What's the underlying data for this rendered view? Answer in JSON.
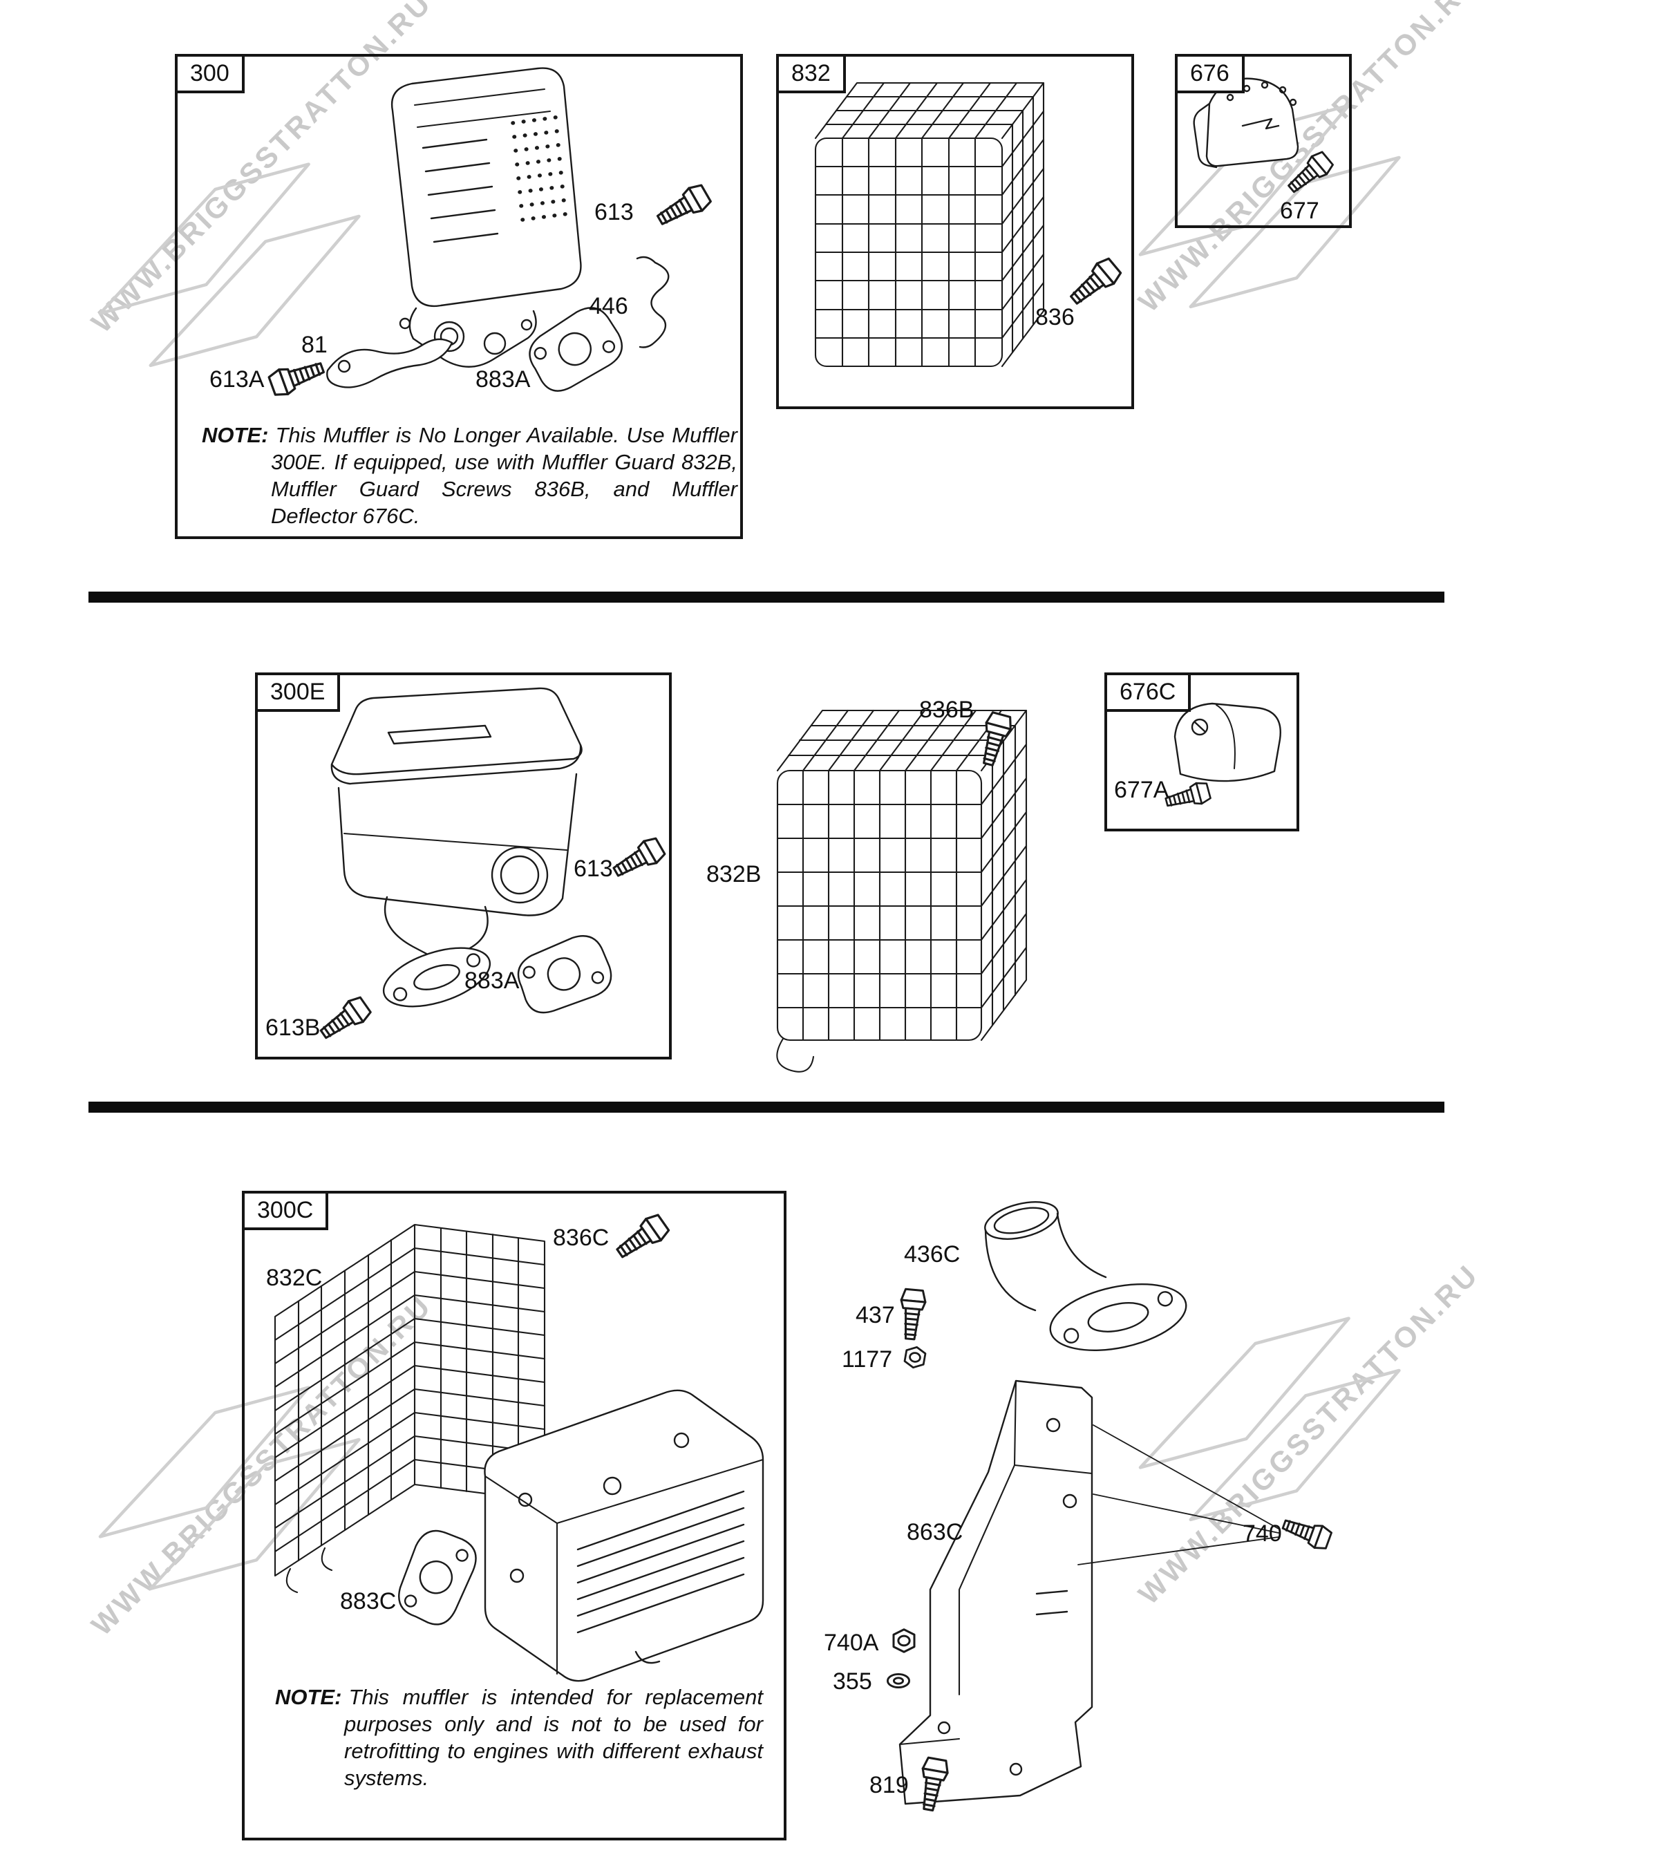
{
  "watermark": {
    "text": "WWW.BRIGGSSTRATTON.RU"
  },
  "section1": {
    "box300": {
      "label": "300",
      "callouts": {
        "c613": "613",
        "c446": "446",
        "c81": "81",
        "c613A": "613A",
        "c883A": "883A"
      },
      "note": {
        "prefix": "NOTE:",
        "body": "This Muffler is No Longer Available. Use Muffler 300E. If equipped, use with Muffler Guard 832B, Muffler Guard Screws 836B, and Muffler Deflector 676C."
      }
    },
    "box832": {
      "label": "832",
      "callouts": {
        "c836": "836"
      }
    },
    "box676": {
      "label": "676",
      "callouts": {
        "c677": "677"
      }
    }
  },
  "section2": {
    "box300E": {
      "label": "300E",
      "callouts": {
        "c613": "613",
        "c883A": "883A",
        "c613B": "613B"
      }
    },
    "box676C": {
      "label": "676C",
      "callouts": {
        "c677A": "677A"
      }
    },
    "callouts": {
      "c836B": "836B",
      "c832B": "832B"
    }
  },
  "section3": {
    "box300C": {
      "label": "300C",
      "callouts": {
        "c836C": "836C",
        "c832C": "832C",
        "c883C": "883C"
      },
      "note": {
        "prefix": "NOTE:",
        "body": "This muffler is intended for replacement purposes only and is not to be used for retrofitting to engines with different exhaust systems."
      }
    },
    "callouts": {
      "c436C": "436C",
      "c437": "437",
      "c1177": "1177",
      "c863C": "863C",
      "c740": "740",
      "c740A": "740A",
      "c355": "355",
      "c819": "819"
    }
  }
}
